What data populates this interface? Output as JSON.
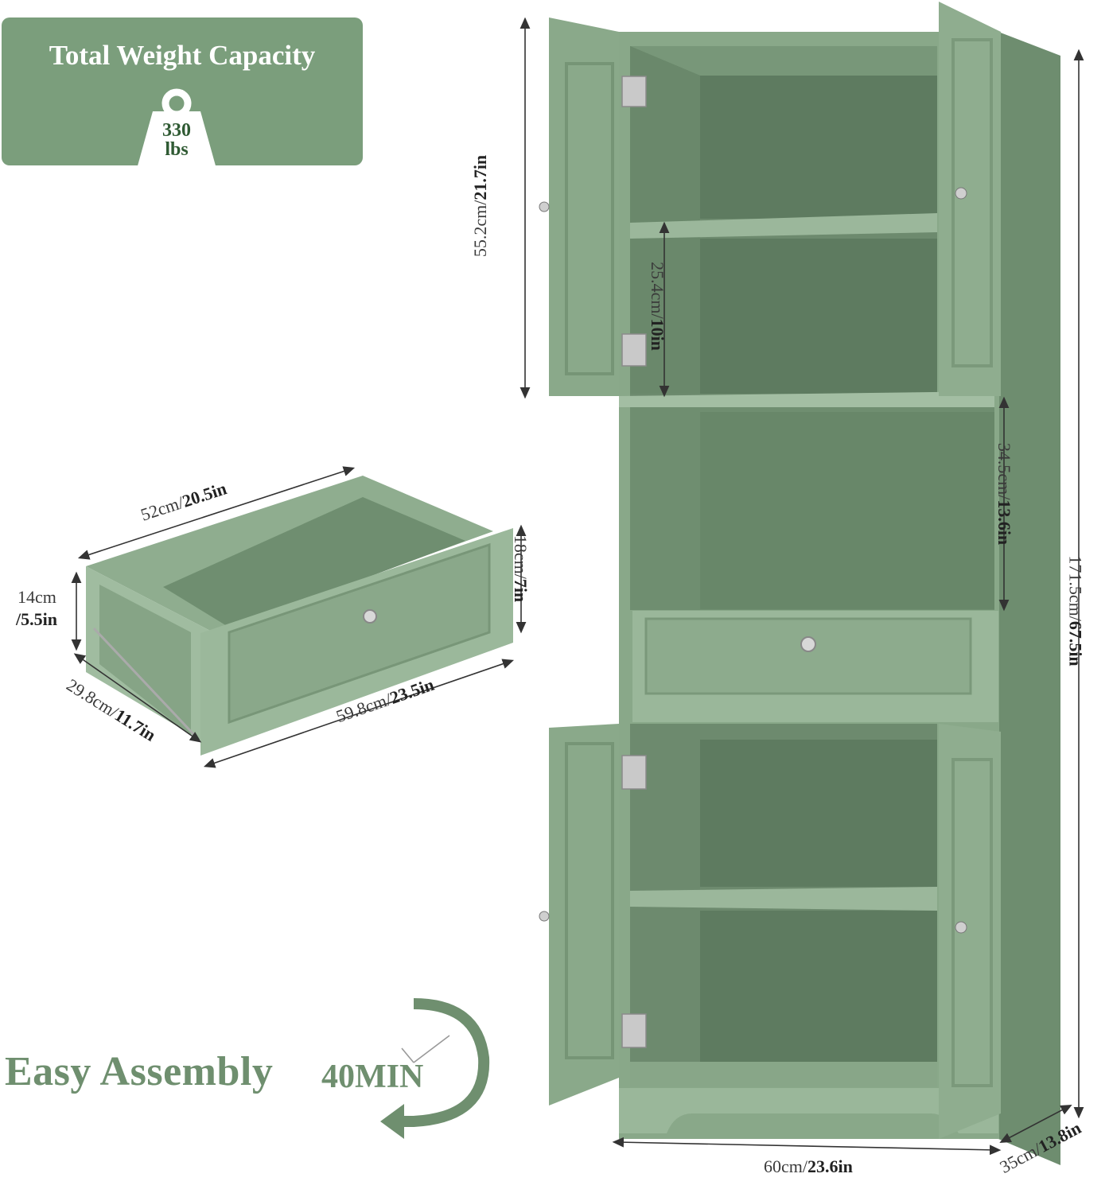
{
  "weight_badge": {
    "title": "Total Weight Capacity",
    "value_number": "330",
    "value_unit": "lbs",
    "icon": "weight-icon"
  },
  "drawer_dimensions": {
    "length_cm": "52cm/",
    "length_in": "20.5in",
    "height_cm": "14cm",
    "height_in": "/5.5in",
    "front_height_cm": "18cm/",
    "front_height_in": "7in",
    "depth_cm": "29.8cm/",
    "depth_in": "11.7in",
    "front_width_cm": "59.8cm/",
    "front_width_in": "23.5in"
  },
  "cabinet_dimensions": {
    "upper_height_cm": "55.2cm/",
    "upper_height_in": "21.7in",
    "shelf_gap_cm": "25.4cm/",
    "shelf_gap_in": "10in",
    "open_height_cm": "34.5cm/",
    "open_height_in": "13.6in",
    "total_height_cm": "171.5cm/",
    "total_height_in": "67.5in",
    "width_cm": "60cm/",
    "width_in": "23.6in",
    "depth_cm": "35cm/",
    "depth_in": "13.8in"
  },
  "assembly": {
    "label": "Easy Assembly",
    "time": "40MIN",
    "icon": "clock-arrow-icon"
  },
  "colors": {
    "cabinet": "#7f9e7f",
    "cabinet_dark": "#5a765b",
    "badge": "#7b9e7c",
    "accent_text": "#6f8f6f"
  }
}
